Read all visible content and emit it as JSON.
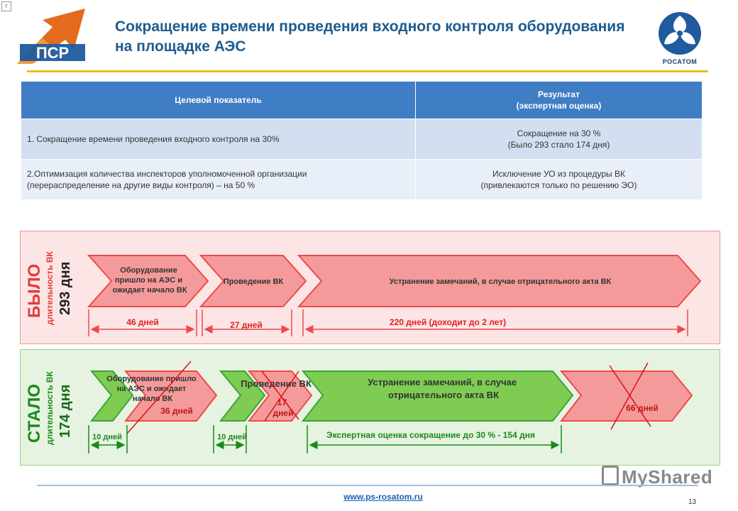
{
  "slide": {
    "title": "Сокращение времени проведения входного контроля оборудования на площадке АЭС",
    "corner_mark": "г"
  },
  "logos": {
    "ps_logo": "ПСР",
    "rosatom_text": "РОСАТОМ"
  },
  "table": {
    "headers": [
      "Целевой показатель",
      "Результат",
      "(экспертная оценка)"
    ],
    "rows": [
      {
        "indicator": "1. Сокращение времени проведения входного контроля на 30%",
        "result_line1": "Сокращение на 30 %",
        "result_line2": "(Было 293 стало 174 дня)"
      },
      {
        "indicator_line1": "2.Оптимизация количества инспекторов уполномоченной организации",
        "indicator_line2": "(перераспределение на другие виды контроля) – на 50 %",
        "result_line1": "Исключение УО из процедуры ВК",
        "result_line2": "(привлекаются только по решению ЭО)"
      }
    ]
  },
  "before": {
    "big_label": "БЫЛО",
    "sub_label": "длительность ВК",
    "days_label": "293 дня",
    "steps": [
      [
        "Оборудование",
        "пришло на АЭС и",
        "ожидает начало ВК"
      ],
      [
        "Проведение ВК"
      ],
      [
        "Устранение замечаний, в случае отрицательного акта ВК"
      ]
    ],
    "durations": [
      "46 дней",
      "27 дней",
      "220 дней (доходит до 2 лет)"
    ]
  },
  "after": {
    "big_label": "СТАЛО",
    "sub_label": "длительность ВК",
    "days_label": "174 дня",
    "step1_text": [
      "Оборудование пришло",
      "на АЭС и ожидает",
      "начало ВК"
    ],
    "step1_crossed": "36 дней",
    "step2_text": "Проведение ВК",
    "step2_crossed": [
      "17",
      "дней"
    ],
    "step3_text": [
      "Устранение замечаний, в случае",
      "отрицательного акта ВК"
    ],
    "step4_crossed": "66 дней",
    "durations": [
      "10 дней",
      "10 дней",
      "Экспертная оценка сокращение до 30 % - 154 дня"
    ]
  },
  "footer": {
    "url": "www.ps-rosatom.ru",
    "page_number": "13",
    "watermark": "MyShared"
  },
  "colors": {
    "title": "#1f5b8e",
    "table_header": "#3f7dc4",
    "before_red": "#ef4a4a",
    "after_green": "#1a8a1a",
    "arrow_red_fill": "#f59a9a",
    "arrow_green_fill": "#7fcc52",
    "cross": "#dd1111"
  }
}
